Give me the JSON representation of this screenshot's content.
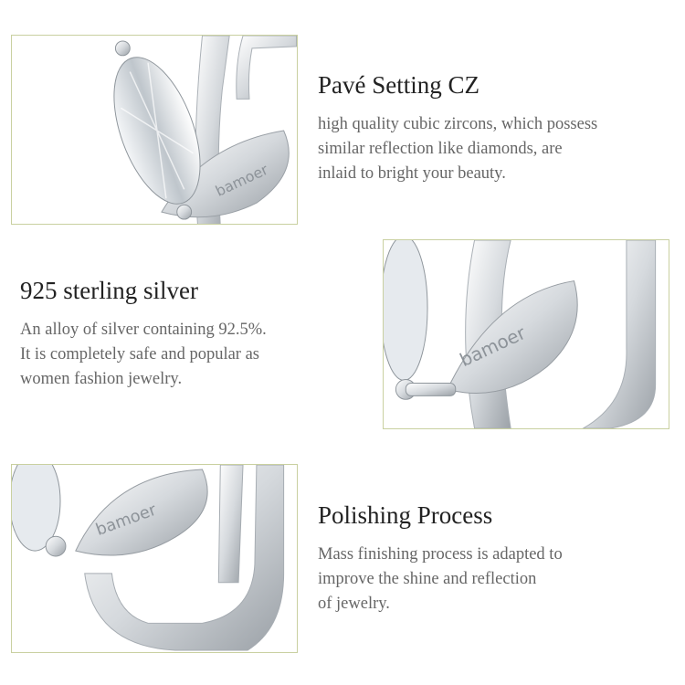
{
  "features": [
    {
      "title": "Pavé Setting CZ",
      "lines": [
        "high quality cubic zircons, which possess",
        "similar reflection like diamonds, are",
        "inlaid to bright your beauty."
      ]
    },
    {
      "title": "925 sterling silver",
      "lines": [
        "An alloy of silver containing 92.5%.",
        "It is completely safe and popular as",
        "women fashion jewelry."
      ]
    },
    {
      "title": "Polishing Process",
      "lines": [
        "Mass finishing process is adapted to",
        "improve the shine and reflection",
        "of jewelry."
      ]
    }
  ],
  "brand_engraving": "bamoer",
  "colors": {
    "panel_border": "#c9d0a0",
    "title": "#222222",
    "body_text": "#666666",
    "silver": "#d9dde1"
  }
}
